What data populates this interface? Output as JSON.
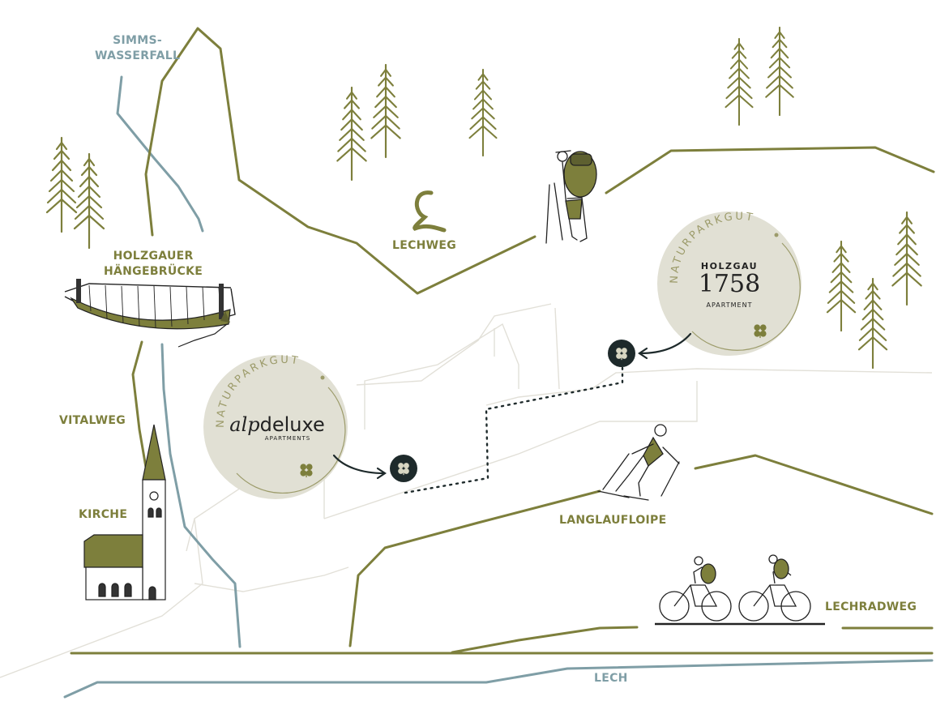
{
  "colors": {
    "olive": "#7d7f3c",
    "river": "#7f9ea6",
    "badge_fill": "#e1e0d4",
    "badge_ring": "#9c9b6a",
    "marker": "#1e2a2b",
    "roads": "#e2e0d8"
  },
  "labels": {
    "simms": [
      "SIMMS-",
      "WASSERFALL"
    ],
    "bridge": [
      "HOLZGAUER",
      "HÄNGEBRÜCKE"
    ],
    "lechweg": "LECHWEG",
    "vitalweg": "VITALWEG",
    "kirche": "KIRCHE",
    "langlaufloipe": "LANGLAUFLOIPE",
    "lechradweg": "LECHRADWEG",
    "lech": "LECH"
  },
  "badges": {
    "holzgau": {
      "arc_text": "NATURPARKGUT",
      "name": "HOLZGAU",
      "year": "1758",
      "sub": "APARTMENT",
      "icon": "clover-icon"
    },
    "alpdeluxe": {
      "arc_text": "NATURPARKGUT",
      "name_script": "alp",
      "name": "deluxe",
      "sub": "APARTMENTS",
      "icon": "clover-icon"
    }
  },
  "icons": {
    "lechweg_logo": "L",
    "markers": [
      "clover-marker-icon",
      "clover-marker-icon"
    ],
    "illustrations": [
      "hiker-icon",
      "skier-icon",
      "cyclists-icon",
      "church-icon",
      "bridge-icon",
      "fir-tree-icon"
    ]
  }
}
